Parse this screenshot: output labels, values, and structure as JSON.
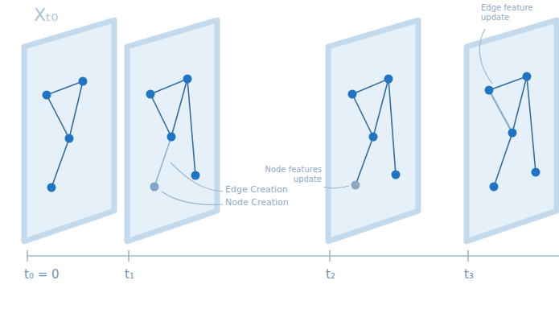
{
  "diagram": {
    "labels": [
      "Xₜ₀",
      "Edge feature update",
      "Edge Creation",
      "Node Creation",
      "Node features update",
      "t₀ = 0",
      "t₁",
      "t₂",
      "t₃"
    ]
  }
}
